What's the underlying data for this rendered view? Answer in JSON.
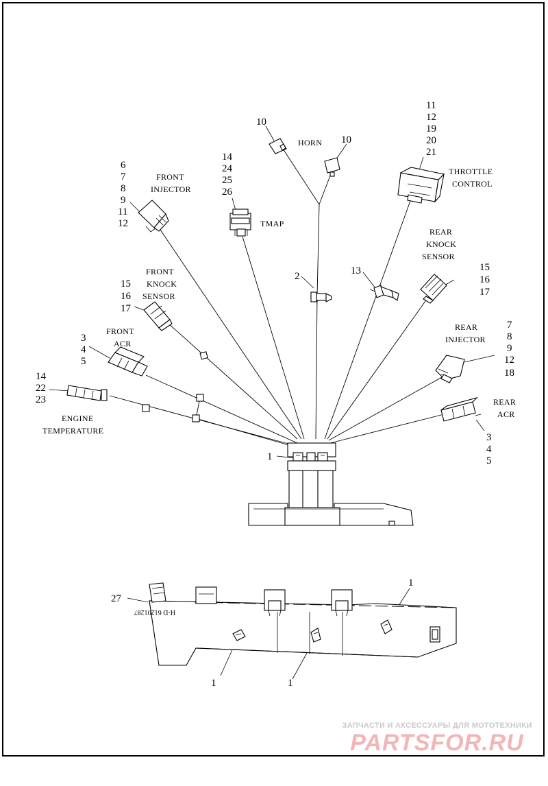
{
  "labels": {
    "horn": "HORN",
    "throttle_1": "THROTTLE",
    "throttle_2": "CONTROL",
    "front_injector_1": "FRONT",
    "front_injector_2": "INJECTOR",
    "tmap": "TMAP",
    "rear_knock_1": "REAR",
    "rear_knock_2": "KNOCK",
    "rear_knock_3": "SENSOR",
    "front_knock_1": "FRONT",
    "front_knock_2": "KNOCK",
    "front_knock_3": "SENSOR",
    "front_acr_1": "FRONT",
    "front_acr_2": "ACR",
    "rear_injector_1": "REAR",
    "rear_injector_2": "INJECTOR",
    "engine_temp_1": "ENGINE",
    "engine_temp_2": "TEMPERATURE",
    "rear_acr_1": "REAR",
    "rear_acr_2": "ACR"
  },
  "callouts": {
    "horn_left": "10",
    "horn_right": "10",
    "throttle": [
      "11",
      "12",
      "19",
      "20",
      "21"
    ],
    "tmap": [
      "14",
      "24",
      "25",
      "26"
    ],
    "front_injector": [
      "6",
      "7",
      "8",
      "9",
      "11",
      "12"
    ],
    "rear_knock": [
      "15",
      "16",
      "17"
    ],
    "front_knock": [
      "15",
      "16",
      "17"
    ],
    "front_acr": [
      "3",
      "4",
      "5"
    ],
    "rear_injector": [
      "7",
      "8",
      "9",
      "12",
      "18"
    ],
    "engine_temp": [
      "14",
      "22",
      "23"
    ],
    "rear_acr": [
      "3",
      "4",
      "5"
    ],
    "connector_2": "2",
    "connector_13": "13",
    "clip_top": "1",
    "bracket": "27",
    "clip_bottom_right": "1",
    "clip_bottom_left": "1",
    "clip_bottom_mid": "1"
  },
  "bracket_stamp": "H-D 61201287",
  "watermark": {
    "caption": "ЗАПЧАСТИ И АКСЕССУАРЫ ДЛЯ МОТОТЕХНИКИ",
    "logo": "PARTSFOR.RU"
  }
}
